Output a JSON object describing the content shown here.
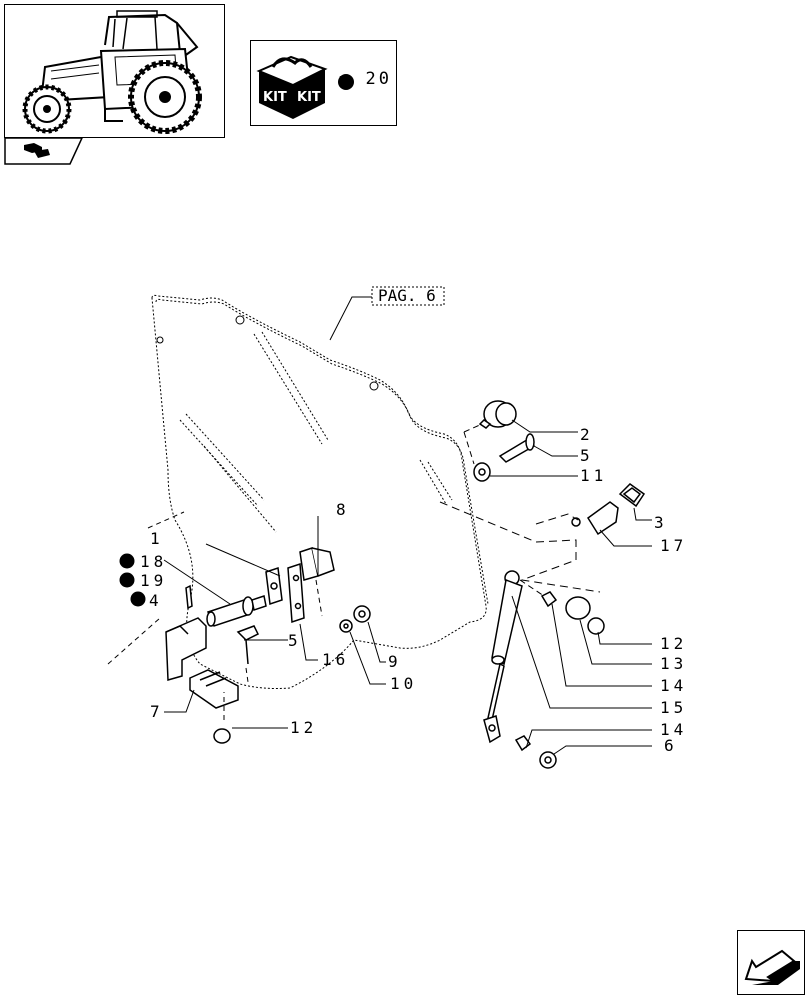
{
  "header": {
    "thumbnail_icon": "tractor-cab-icon",
    "nav_icon": "section-nav-icon"
  },
  "kit": {
    "icon": "kit-box-icon",
    "word_left": "KIT",
    "word_right": "KIT",
    "legend_text": "= 20"
  },
  "reference": {
    "page_ref": "PAG. 6"
  },
  "callouts": [
    {
      "id": "c1",
      "text": "1"
    },
    {
      "id": "c2",
      "text": "2"
    },
    {
      "id": "c3",
      "text": "3"
    },
    {
      "id": "c4",
      "text": "4"
    },
    {
      "id": "c5a",
      "text": "5"
    },
    {
      "id": "c5b",
      "text": "5"
    },
    {
      "id": "c6",
      "text": "6"
    },
    {
      "id": "c7",
      "text": "7"
    },
    {
      "id": "c8",
      "text": "8"
    },
    {
      "id": "c9",
      "text": "9"
    },
    {
      "id": "c10",
      "text": "10"
    },
    {
      "id": "c11",
      "text": "11"
    },
    {
      "id": "c12a",
      "text": "12"
    },
    {
      "id": "c12b",
      "text": "12"
    },
    {
      "id": "c13",
      "text": "13"
    },
    {
      "id": "c14a",
      "text": "14"
    },
    {
      "id": "c14b",
      "text": "14"
    },
    {
      "id": "c15",
      "text": "15"
    },
    {
      "id": "c16",
      "text": "16"
    },
    {
      "id": "c17",
      "text": "17"
    },
    {
      "id": "c18",
      "text": "18"
    },
    {
      "id": "c19",
      "text": "19"
    }
  ],
  "footer": {
    "next_icon": "next-page-arrow-icon"
  }
}
